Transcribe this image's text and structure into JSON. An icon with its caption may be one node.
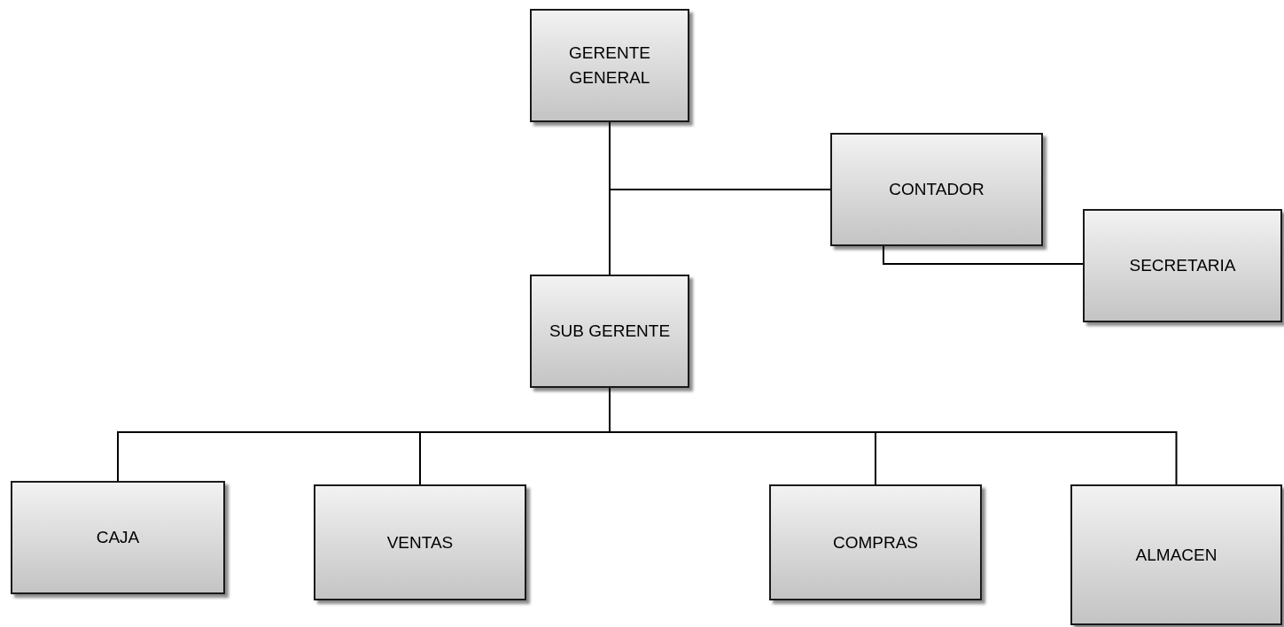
{
  "diagram": {
    "nodes": [
      {
        "text": [
          "GERENTE GENERAL"
        ]
      },
      {
        "text": [
          "CONTADOR"
        ]
      },
      {
        "text": [
          "SECRETARIA"
        ]
      },
      {
        "text": [
          "SUB GERENTE"
        ]
      },
      {
        "text": [
          "CAJA"
        ]
      },
      {
        "text": [
          "VENTAS"
        ]
      },
      {
        "text": [
          "COMPRAS"
        ]
      },
      {
        "text": [
          "ALMACEN"
        ]
      }
    ],
    "edges": [
      {
        "from": 0,
        "to": 3,
        "arrow": "none"
      },
      {
        "from": 0,
        "to": 1,
        "arrow": "none"
      },
      {
        "from": 1,
        "to": 2,
        "arrow": "none"
      },
      {
        "from": 3,
        "to": 4,
        "arrow": "none"
      },
      {
        "from": 3,
        "to": 5,
        "arrow": "none"
      },
      {
        "from": 3,
        "to": 6,
        "arrow": "none"
      },
      {
        "from": 3,
        "to": 7,
        "arrow": "none"
      }
    ]
  }
}
